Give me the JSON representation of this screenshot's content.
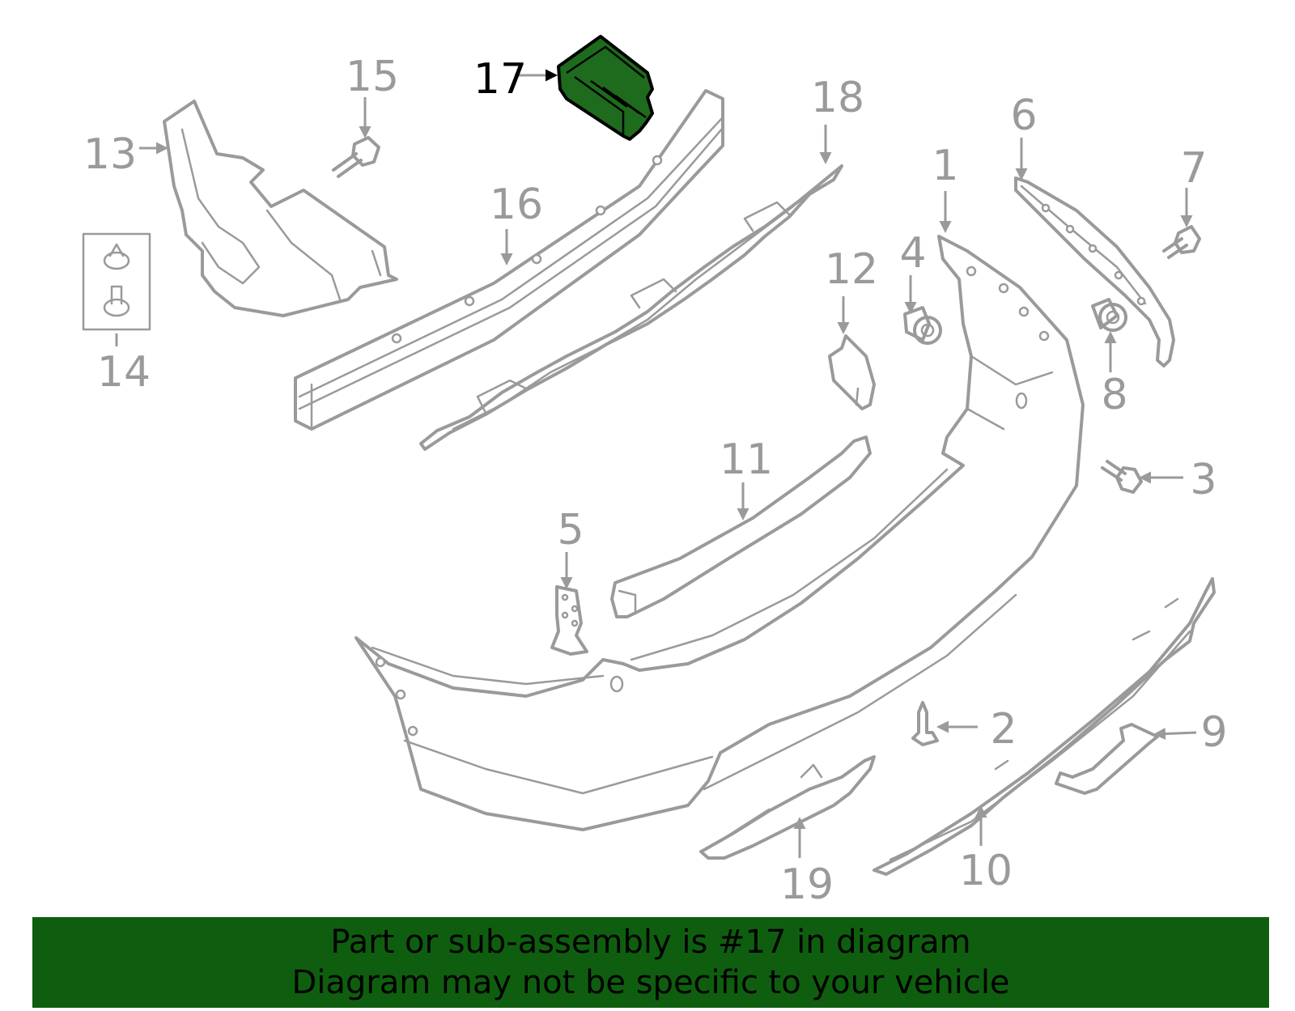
{
  "callouts": {
    "c1": "1",
    "c2": "2",
    "c3": "3",
    "c4": "4",
    "c5": "5",
    "c6": "6",
    "c7": "7",
    "c8": "8",
    "c9": "9",
    "c10": "10",
    "c11": "11",
    "c12": "12",
    "c13": "13",
    "c14": "14",
    "c15": "15",
    "c16": "16",
    "c17": "17",
    "c18": "18",
    "c19": "19"
  },
  "highlighted_part": "17",
  "colors": {
    "highlight": "#1e6b1e",
    "banner": "#0f5e0f",
    "part_stroke": "#9a9a9a"
  },
  "banner": {
    "line1": "Part or sub-assembly is #17 in diagram",
    "line2": "Diagram may not be specific to your vehicle"
  }
}
